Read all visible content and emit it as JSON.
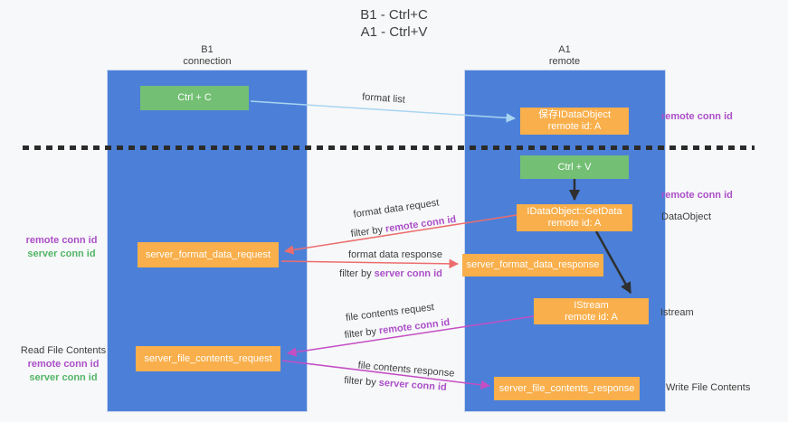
{
  "title": {
    "line1": "B1 - Ctrl+C",
    "line2": "A1 - Ctrl+V"
  },
  "columns": {
    "b1": {
      "name": "B1",
      "role": "connection"
    },
    "a1": {
      "name": "A1",
      "role": "remote"
    }
  },
  "boxes": {
    "ctrl_c": {
      "label": "Ctrl + C"
    },
    "ctrl_v": {
      "label": "Ctrl + V"
    },
    "save_idataobject": {
      "line1": "保存IDataObject",
      "line2": "remote id: A"
    },
    "getdata": {
      "line1": "IDataObject::GetData",
      "line2": "remote id: A"
    },
    "istream": {
      "line1": "IStream",
      "line2": "remote id: A"
    },
    "server_format_data_request": {
      "label": "server_format_data_request"
    },
    "server_format_data_response": {
      "label": "server_format_data_response"
    },
    "server_file_contents_request": {
      "label": "server_file_contents_request"
    },
    "server_file_contents_response": {
      "label": "server_file_contents_response"
    }
  },
  "terms": {
    "remote_conn_id": "remote conn id",
    "server_conn_id": "server conn id",
    "filter_by": "filter by "
  },
  "flow_labels": {
    "format_list": "format list",
    "format_data_request": "format data request",
    "format_data_response": "format data response",
    "file_contents_request": "file contents request",
    "file_contents_response": "file contents response"
  },
  "side_labels": {
    "dataobject": "DataObject",
    "istream": "Istream",
    "read_file_contents": "Read File Contents",
    "write_file_contents": "Write File Contents"
  },
  "colors": {
    "column_blue": "#4c80d8",
    "box_green": "#73bf74",
    "box_orange": "#f9af4b",
    "arrow_blue": "#a9d5f2",
    "arrow_black": "#2f2f2f",
    "arrow_red": "#ed6d6d",
    "arrow_magenta": "#c44ec4",
    "text_purple": "#ab4fc8",
    "text_green": "#53b567"
  }
}
